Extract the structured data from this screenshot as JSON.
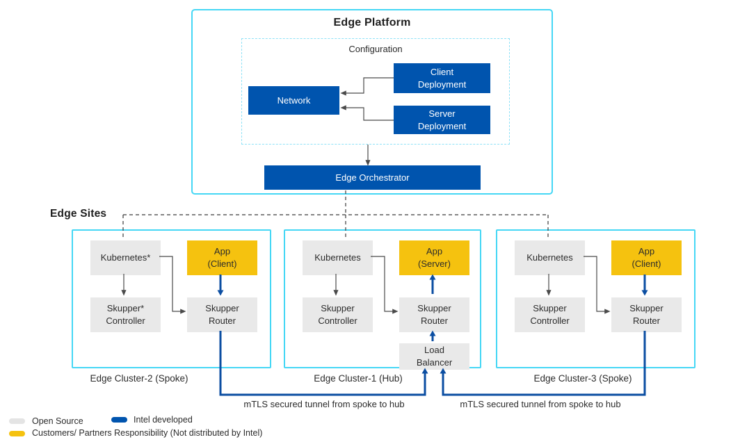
{
  "platform": {
    "title": "Edge Platform",
    "configuration_title": "Configuration",
    "network": "Network",
    "client_deployment": "Client\nDeployment",
    "server_deployment": "Server\nDeployment",
    "orchestrator": "Edge Orchestrator"
  },
  "sites": {
    "title": "Edge Sites",
    "clusters": [
      {
        "label": "Edge Cluster-2 (Spoke)",
        "kubernetes": "Kubernetes*",
        "app": "App\n(Client)",
        "controller": "Skupper*\nController",
        "router": "Skupper\nRouter"
      },
      {
        "label": "Edge Cluster-1 (Hub)",
        "kubernetes": "Kubernetes",
        "app": "App\n(Server)",
        "controller": "Skupper\nController",
        "router": "Skupper\nRouter",
        "load_balancer": "Load\nBalancer"
      },
      {
        "label": "Edge Cluster-3 (Spoke)",
        "kubernetes": "Kubernetes",
        "app": "App\n(Client)",
        "controller": "Skupper\nController",
        "router": "Skupper\nRouter"
      }
    ]
  },
  "tunnels": {
    "left_label": "mTLS secured tunnel from spoke to hub",
    "right_label": "mTLS secured tunnel from spoke to hub"
  },
  "legend": {
    "open_source": "Open Source",
    "intel_developed": "Intel developed",
    "customers": "Customers/ Partners Responsibility (Not distributed by Intel)"
  },
  "colors": {
    "intel_blue": "#0054AE",
    "tunnel_blue": "#0B4EA2",
    "border_cyan": "#45D7F5",
    "open_source_gray": "#E9E9E9",
    "customer_yellow": "#F5C20F"
  }
}
